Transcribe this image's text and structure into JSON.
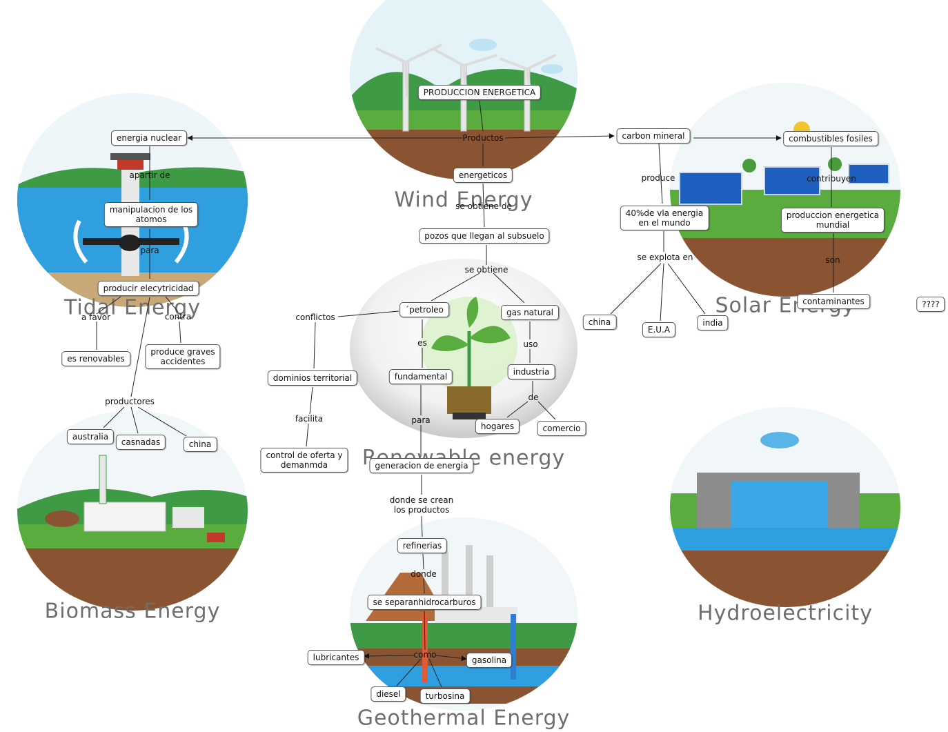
{
  "captions": {
    "wind": "Wind Energy",
    "tidal": "Tidal Energy",
    "solar": "Solar Energy",
    "renewable": "Renewable energy",
    "biomass": "Biomass Energy",
    "hydro": "Hydroelectricity",
    "geothermal": "Geothermal Energy"
  },
  "nodes": {
    "produccion": "PRODUCCION ENERGETICA",
    "nuclear": "energia nuclear",
    "carbon": "carbon mineral",
    "combustibles": "combustibles fosiles",
    "energeticos": "energeticos",
    "manipulacion": "manipulacion de los\natomos",
    "porcentaje": "40%de vla energia\nen el mundo",
    "prod_mundial": "produccion energetica\nmundial",
    "pozos": "pozos que llegan al subsuelo",
    "electricidad": "producir elecytricidad",
    "petroleo": "´petroleo",
    "gas": "gas natural",
    "china_solar": "china",
    "eua": "E.U.A",
    "india": "india",
    "contaminantes": "contaminantes",
    "interrogante": "????",
    "renovables": "es renovables",
    "accidentes": "produce graves\naccidentes",
    "dominios": "dominios territorial",
    "fundamental": "fundamental",
    "industria": "industria",
    "australia": "australia",
    "casnadas": "casnadas",
    "china_bio": "china",
    "hogares": "hogares",
    "comercio": "comercio",
    "control": "control de oferta y\ndemanmda",
    "generacion": "generacion de energia",
    "refinerias": "refinerias",
    "separan": "se separanhidrocarburos",
    "lubricantes": "lubricantes",
    "gasolina": "gasolina",
    "diesel": "diesel",
    "turbosina": "turbosina"
  },
  "links": {
    "productos": "Productos",
    "apartir": "apartir de",
    "produce": "produce",
    "contribuyen": "contribuyen",
    "obtiene_de": "se obtiene de",
    "para_nuclear": "para",
    "se_obtiene": "se obtiene",
    "explota": "se explota en",
    "son": "son",
    "a_favor": "a favor",
    "contra": "contra",
    "conflictos": "conflictos",
    "es": "es",
    "uso": "uso",
    "de": "de",
    "productores": "productores",
    "facilita": "facilita",
    "para_gen": "para",
    "donde_crean": "donde se crean\nlos productos",
    "donde": "donde",
    "como": "como"
  },
  "colors": {
    "sky": "#bfe3f2",
    "hill": "#3f9a45",
    "grass": "#5aac3f",
    "soil": "#8a5433",
    "water": "#2f9fe0",
    "caption": "#6e6e6e",
    "line": "#222222"
  }
}
